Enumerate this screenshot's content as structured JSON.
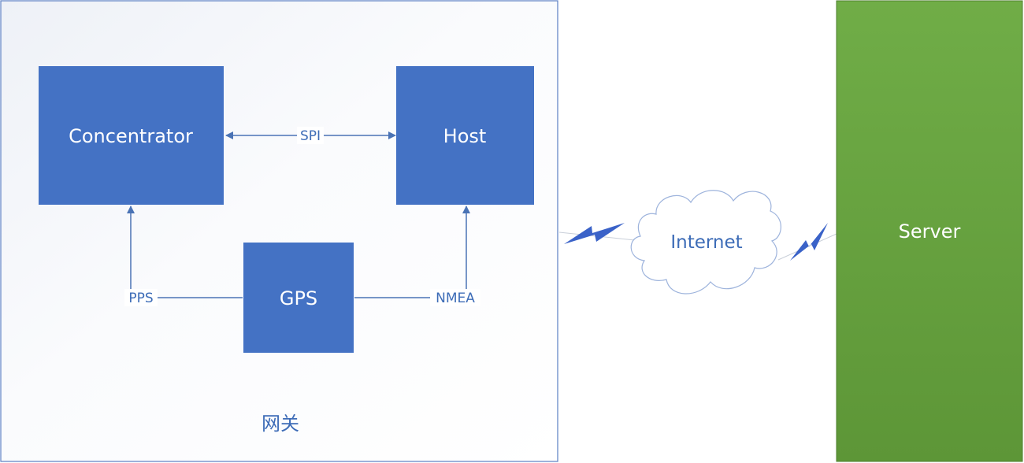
{
  "gateway": {
    "label": "网关"
  },
  "nodes": {
    "concentrator": "Concentrator",
    "host": "Host",
    "gps": "GPS",
    "server": "Server",
    "internet": "Internet"
  },
  "edges": {
    "spi": "SPI",
    "pps": "PPS",
    "nmea": "NMEA"
  },
  "colors": {
    "box_fill": "#4472c4",
    "line": "#4a73b5",
    "text_blue": "#3d6cb7",
    "server_top": "#70ad47",
    "server_bottom": "#5d9637",
    "lightning": "#3a62c8"
  }
}
